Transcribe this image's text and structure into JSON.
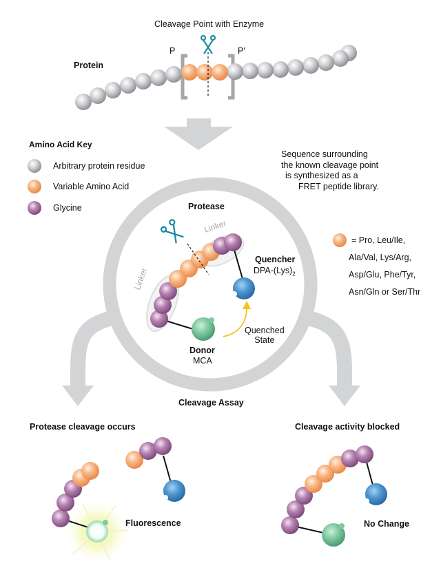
{
  "title": "Cleavage Point with Enzyme",
  "protein": {
    "label": "Protein",
    "p_label": "P",
    "p_prime_label": "P′",
    "residues_left_gray": 7,
    "residues_variable": 3,
    "residues_right_gray": 9
  },
  "key": {
    "heading": "Amino Acid Key",
    "items": [
      {
        "label": "Arbitrary protein residue",
        "color": "#c8c9cc",
        "type": "arbitrary"
      },
      {
        "label": "Variable Amino Acid",
        "color": "#f6b27c",
        "type": "variable"
      },
      {
        "label": "Glycine",
        "color": "#b27fad",
        "type": "glycine"
      }
    ]
  },
  "sequence_note": [
    "Sequence surrounding",
    "the known cleavage point",
    "is synthesized as a",
    "FRET peptide library."
  ],
  "variable_key": {
    "lines": [
      "= Pro, Leu/Ile,",
      "Ala/Val, Lys/Arg,",
      "Asp/Glu, Phe/Tyr,",
      "Asn/Gln or Ser/Thr"
    ]
  },
  "fret": {
    "protease_label": "Protease",
    "linker_label": "Linker",
    "quencher_label": "Quencher",
    "quencher_formula": "DPA-(Lys)",
    "quencher_subscript": "2",
    "donor_label": "Donor",
    "donor_formula": "MCA",
    "quenched_state": [
      "Quenched",
      "State"
    ]
  },
  "assay_label": "Cleavage Assay",
  "outcomes": {
    "cleaved": {
      "title": "Protease cleavage occurs",
      "result": "Fluorescence"
    },
    "blocked": {
      "title": "Cleavage activity blocked",
      "result": "No Change"
    }
  },
  "colors": {
    "gray_residue": "#c8c9cc",
    "variable": "#f6b27c",
    "glycine": "#b27fad",
    "quencher": "#4f93cb",
    "donor": "#7fc8a0",
    "scissors": "#1b8aa6",
    "arrow": "#d3d4d5",
    "quench_arrow": "#f4c21b"
  }
}
